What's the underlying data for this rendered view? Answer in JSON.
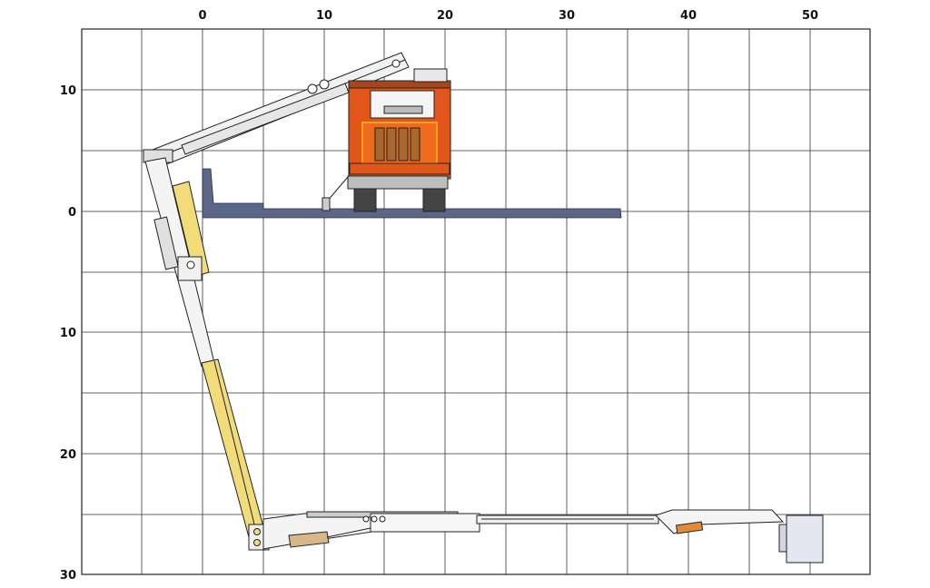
{
  "diagram": {
    "x_ticks": [
      "0",
      "10",
      "20",
      "30",
      "40",
      "50"
    ],
    "y_ticks": [
      "10",
      "0",
      "10",
      "20",
      "30"
    ],
    "colors": {
      "deck": "#5c6689",
      "truck_body": "#e2561a",
      "truck_trim": "#f0a020",
      "boom_cylinder": "#f2dc7a",
      "lower_cylinder": "#d9b68a",
      "basket": "#e4e7f2"
    },
    "components": [
      "truck",
      "bridge-deck",
      "upper-boom",
      "vertical-boom",
      "horizontal-boom",
      "basket"
    ]
  }
}
